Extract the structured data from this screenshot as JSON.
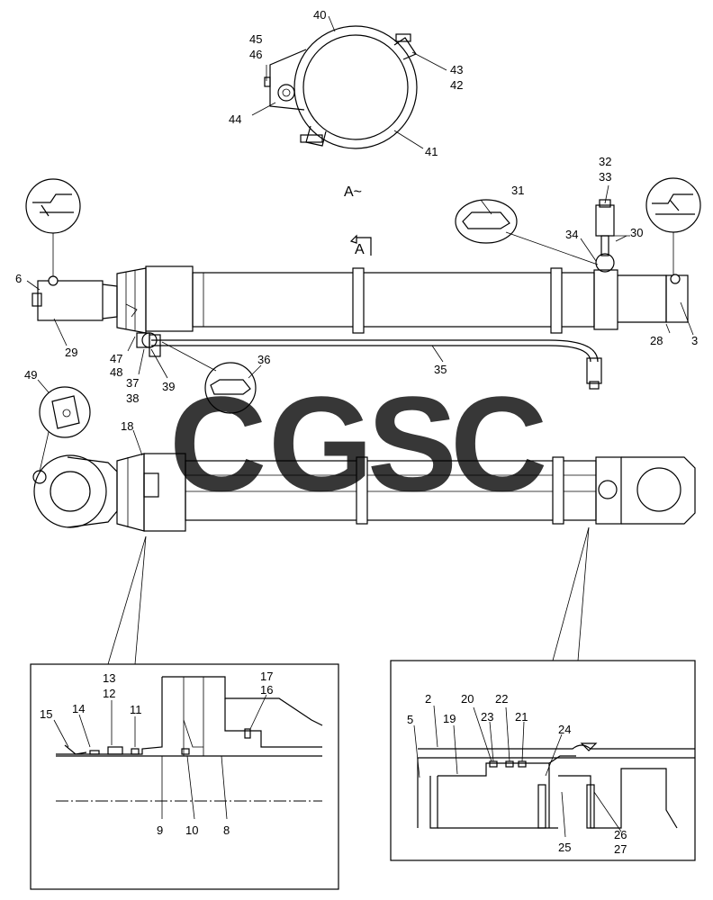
{
  "view_labels": {
    "view_arrow": "A",
    "view_section": "A~"
  },
  "watermark": {
    "letters": [
      "C",
      "G",
      "S",
      "C"
    ],
    "colors": [
      "#3d8ef7",
      "#f25b5b",
      "#f7cc3f",
      "#43b27a"
    ]
  },
  "callouts": {
    "c40": "40",
    "c45": "45",
    "c46": "46",
    "c43": "43",
    "c42": "42",
    "c44": "44",
    "c41": "41",
    "c31": "31",
    "c32": "32",
    "c33": "33",
    "c34": "34",
    "c30": "30",
    "c6": "6",
    "c29": "29",
    "c28": "28",
    "c3": "3",
    "c47": "47",
    "c48": "48",
    "c37": "37",
    "c38": "38",
    "c39": "39",
    "c35": "35",
    "c36": "36",
    "c49": "49",
    "c18": "18",
    "c13": "13",
    "c12": "12",
    "c17": "17",
    "c16": "16",
    "c15": "15",
    "c14": "14",
    "c11": "11",
    "c9": "9",
    "c10": "10",
    "c8": "8",
    "c2": "2",
    "c20": "20",
    "c22": "22",
    "c23": "23",
    "c21": "21",
    "c5": "5",
    "c19": "19",
    "c24": "24",
    "c25": "25",
    "c26": "26",
    "c27": "27"
  }
}
